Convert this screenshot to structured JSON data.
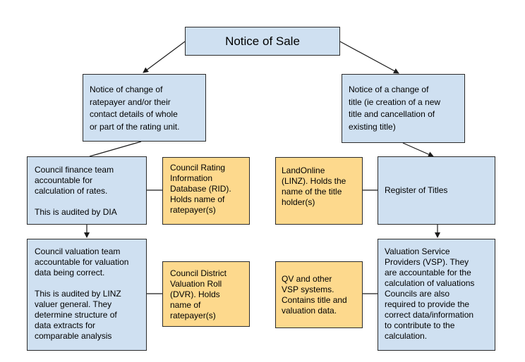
{
  "diagram": {
    "title": "Notice of Sale",
    "left_notice": "Notice of change of\nratepayer and/or their\ncontact details of whole\nor part of the rating unit.",
    "right_notice": "Notice of a change of\ntitle (ie creation of a new\ntitle and cancellation of\nexisting title)",
    "council_finance": "Council finance team\naccountable for\ncalculation of rates.\n\nThis is audited by DIA",
    "rid": "Council Rating\nInformation\nDatabase (RID).\nHolds name of\nratepayer(s)",
    "landonline": "LandOnline\n(LINZ). Holds the\nname of the title\nholder(s)",
    "register_of_titles": "Register of Titles",
    "council_valuation": "Council valuation team\naccountable for valuation\ndata being correct.\n\nThis is audited by LINZ\nvaluer general. They\ndetermine structure of\ndata extracts for\ncomparable analysis",
    "dvr": "Council District\nValuation Roll\n(DVR). Holds\nname of\nratepayer(s)",
    "qv": "QV and other\nVSP systems.\nContains title and\nvaluation data.",
    "vsp": "Valuation Service\nProviders (VSP). They\nare accountable for the\ncalculation of valuations\nCouncils are also\nrequired to provide the\ncorrect data/information\nto contribute to the\ncalculation."
  },
  "colors": {
    "blue_box": "#cfe0f1",
    "yellow_box": "#fdd98d",
    "line": "#1a1a1a"
  }
}
